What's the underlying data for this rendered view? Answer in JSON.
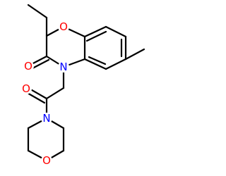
{
  "molecule": {
    "colors": {
      "bond": "#000000",
      "carbon": "#000000",
      "oxygen": "#ff0000",
      "nitrogen": "#0000ff"
    },
    "atoms": {
      "ring_oxygen": "O",
      "carbonyl_oxygen_lactam": "O",
      "carbonyl_oxygen_amide": "O",
      "morpholine_oxygen": "O",
      "lactam_nitrogen": "N",
      "amide_nitrogen": "N"
    }
  }
}
